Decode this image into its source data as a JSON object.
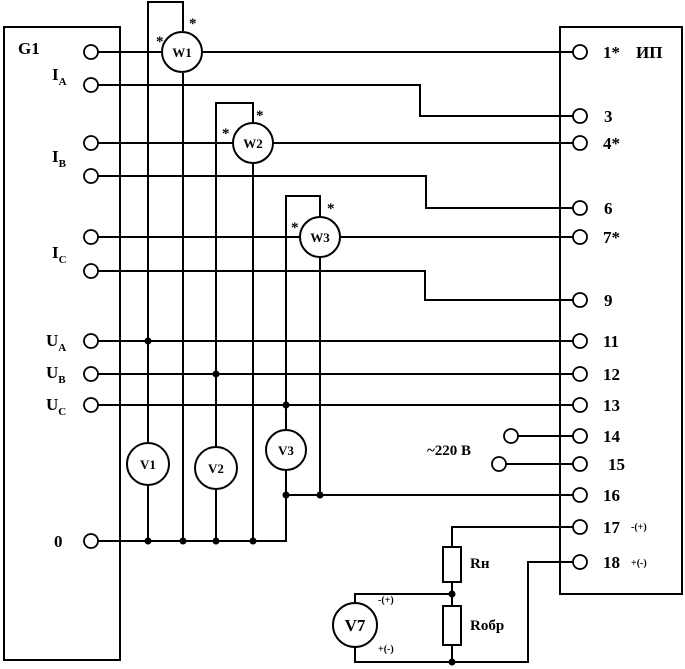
{
  "left_unit": {
    "title": "G1",
    "labels": {
      "ia": "I",
      "ia_sub": "A",
      "ib": "I",
      "ib_sub": "B",
      "ic": "I",
      "ic_sub": "C",
      "ua": "U",
      "ua_sub": "A",
      "ub": "U",
      "ub_sub": "B",
      "uc": "U",
      "uc_sub": "C",
      "zero": "0"
    }
  },
  "right_unit": {
    "title": "ИП",
    "terminals": {
      "t1": "1*",
      "t3": "3",
      "t4": "4*",
      "t6": "6",
      "t7": "7*",
      "t9": "9",
      "t11": "11",
      "t12": "12",
      "t13": "13",
      "t14": "14",
      "t15": "15",
      "t16": "16",
      "t17": "17",
      "t18": "18"
    },
    "polarity_17": "-(+)",
    "polarity_18": "+(-)"
  },
  "supply_label": "~220 В",
  "meters": {
    "w1": "W1",
    "w2": "W2",
    "w3": "W3",
    "v1": "V1",
    "v2": "V2",
    "v3": "V3",
    "v7": "V7"
  },
  "star_mark": "*",
  "resistors": {
    "load": "Rн",
    "feedback": "Rобр"
  },
  "v7_polarity": {
    "top": "-(+)",
    "bottom": "+(-)"
  }
}
